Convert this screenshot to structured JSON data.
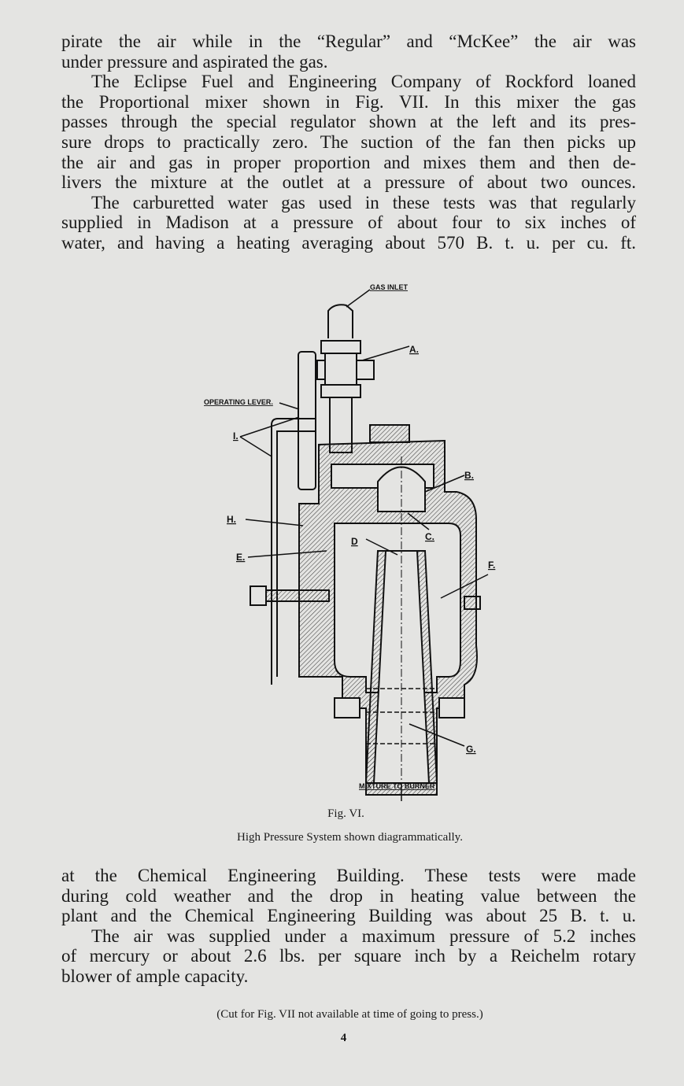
{
  "top_paragraph_lines": [
    "pirate the air while in the “Regular” and “McKee” the air was",
    "under pressure and aspirated the gas.",
    "The Eclipse Fuel and Engineering Company of Rockford loaned",
    "the Proportional mixer shown in Fig. VII.  In this mixer the gas",
    "passes through the special regulator shown at the left and its pres-",
    "sure drops to practically zero.  The suction of the fan then picks up",
    "the air and gas in proper proportion and mixes them and then de-",
    "livers the mixture at the outlet at a pressure of about two ounces.",
    "The carburetted water gas used in these tests was that regularly",
    "supplied in Madison at a pressure of about four to six inches of",
    "water, and having a heating averaging about 570 B. t. u. per cu. ft."
  ],
  "figure": {
    "labels": {
      "gas_inlet": "GAS INLET",
      "operating_lever": "OPERATING LEVER.",
      "a": "A.",
      "b": "B.",
      "c": "C.",
      "d": "D",
      "e": "E.",
      "f": "F.",
      "g": "G.",
      "h": "H.",
      "i": "I.",
      "mixture": "MIXTURE TO BURNER"
    },
    "number": "Fig. VI.",
    "caption": "High Pressure System shown diagrammatically."
  },
  "bottom_paragraph_lines": [
    "at the Chemical Engineering Building.  These tests were made",
    "during cold weather and the drop in heating value between the",
    "plant and the Chemical Engineering Building was about 25 B. t. u.",
    "The air was supplied under a maximum pressure of 5.2 inches",
    "of mercury or about 2.6 lbs. per square inch by a Reichelm rotary",
    "blower of ample capacity."
  ],
  "note": "(Cut for Fig. VII not available at time of going to press.)",
  "page_number": "4"
}
